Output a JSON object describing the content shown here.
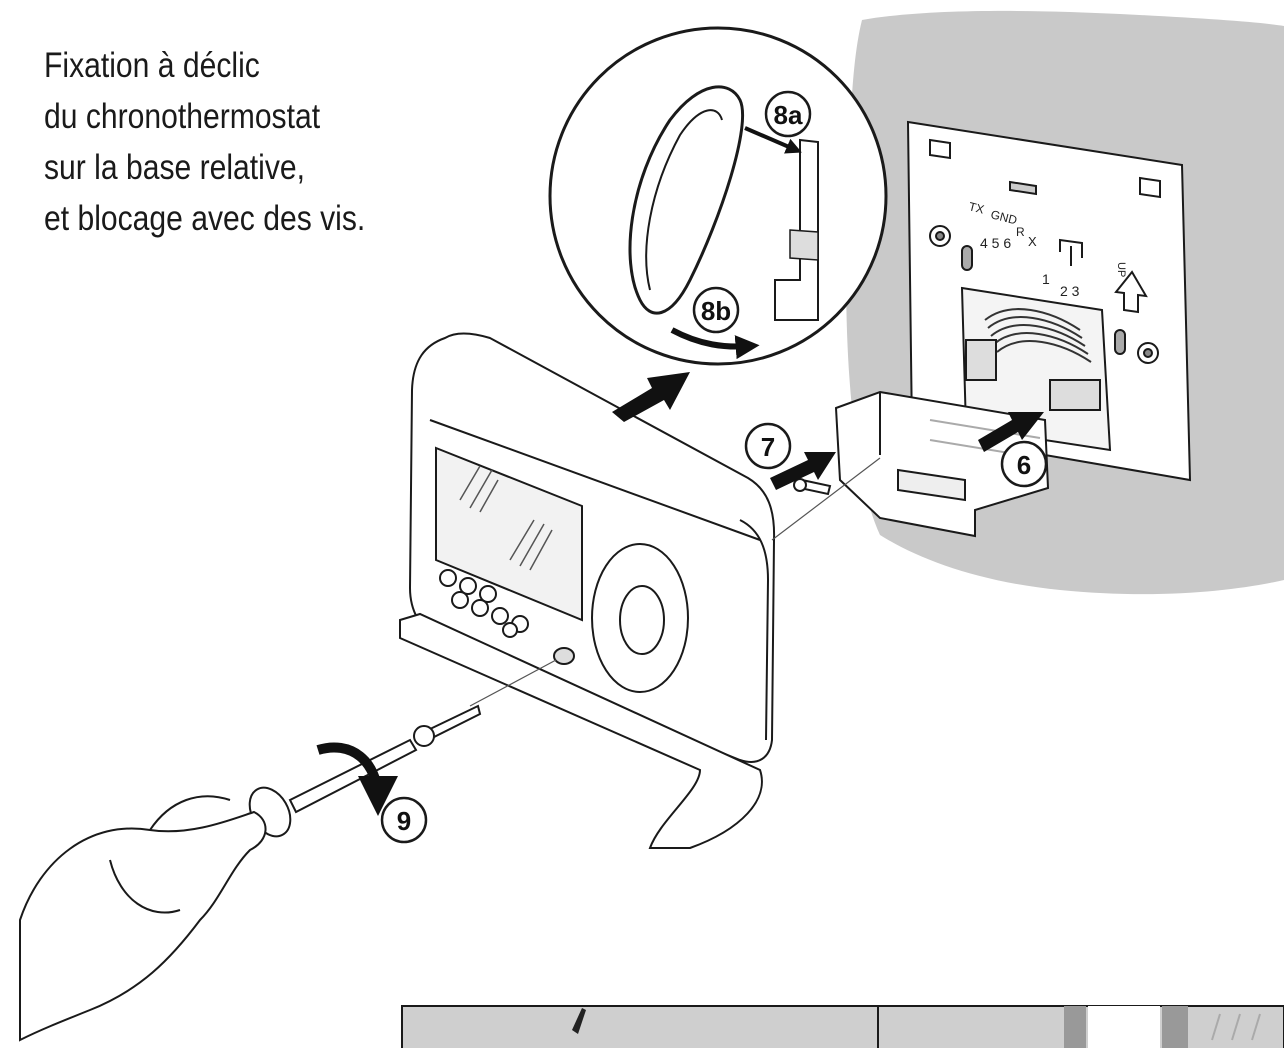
{
  "caption": {
    "lines": [
      "Fixation à déclic",
      "du chronothermostat",
      "sur la base relative,",
      "et blocage avec des vis."
    ]
  },
  "callouts": {
    "step_6": "6",
    "step_7": "7",
    "step_8a": "8a",
    "step_8b": "8b",
    "step_9": "9"
  },
  "wall_plate_labels": {
    "tx": "TX",
    "gnd": "GND",
    "r": "R",
    "x": "X",
    "nums_left": "4 5 6",
    "num_1": "1",
    "nums_right": "2 3",
    "up": "UP"
  },
  "colors": {
    "wall": "#c9c9c9",
    "line": "#1a1a1a",
    "arrow": "#111111",
    "device_fill": "#ffffff"
  }
}
